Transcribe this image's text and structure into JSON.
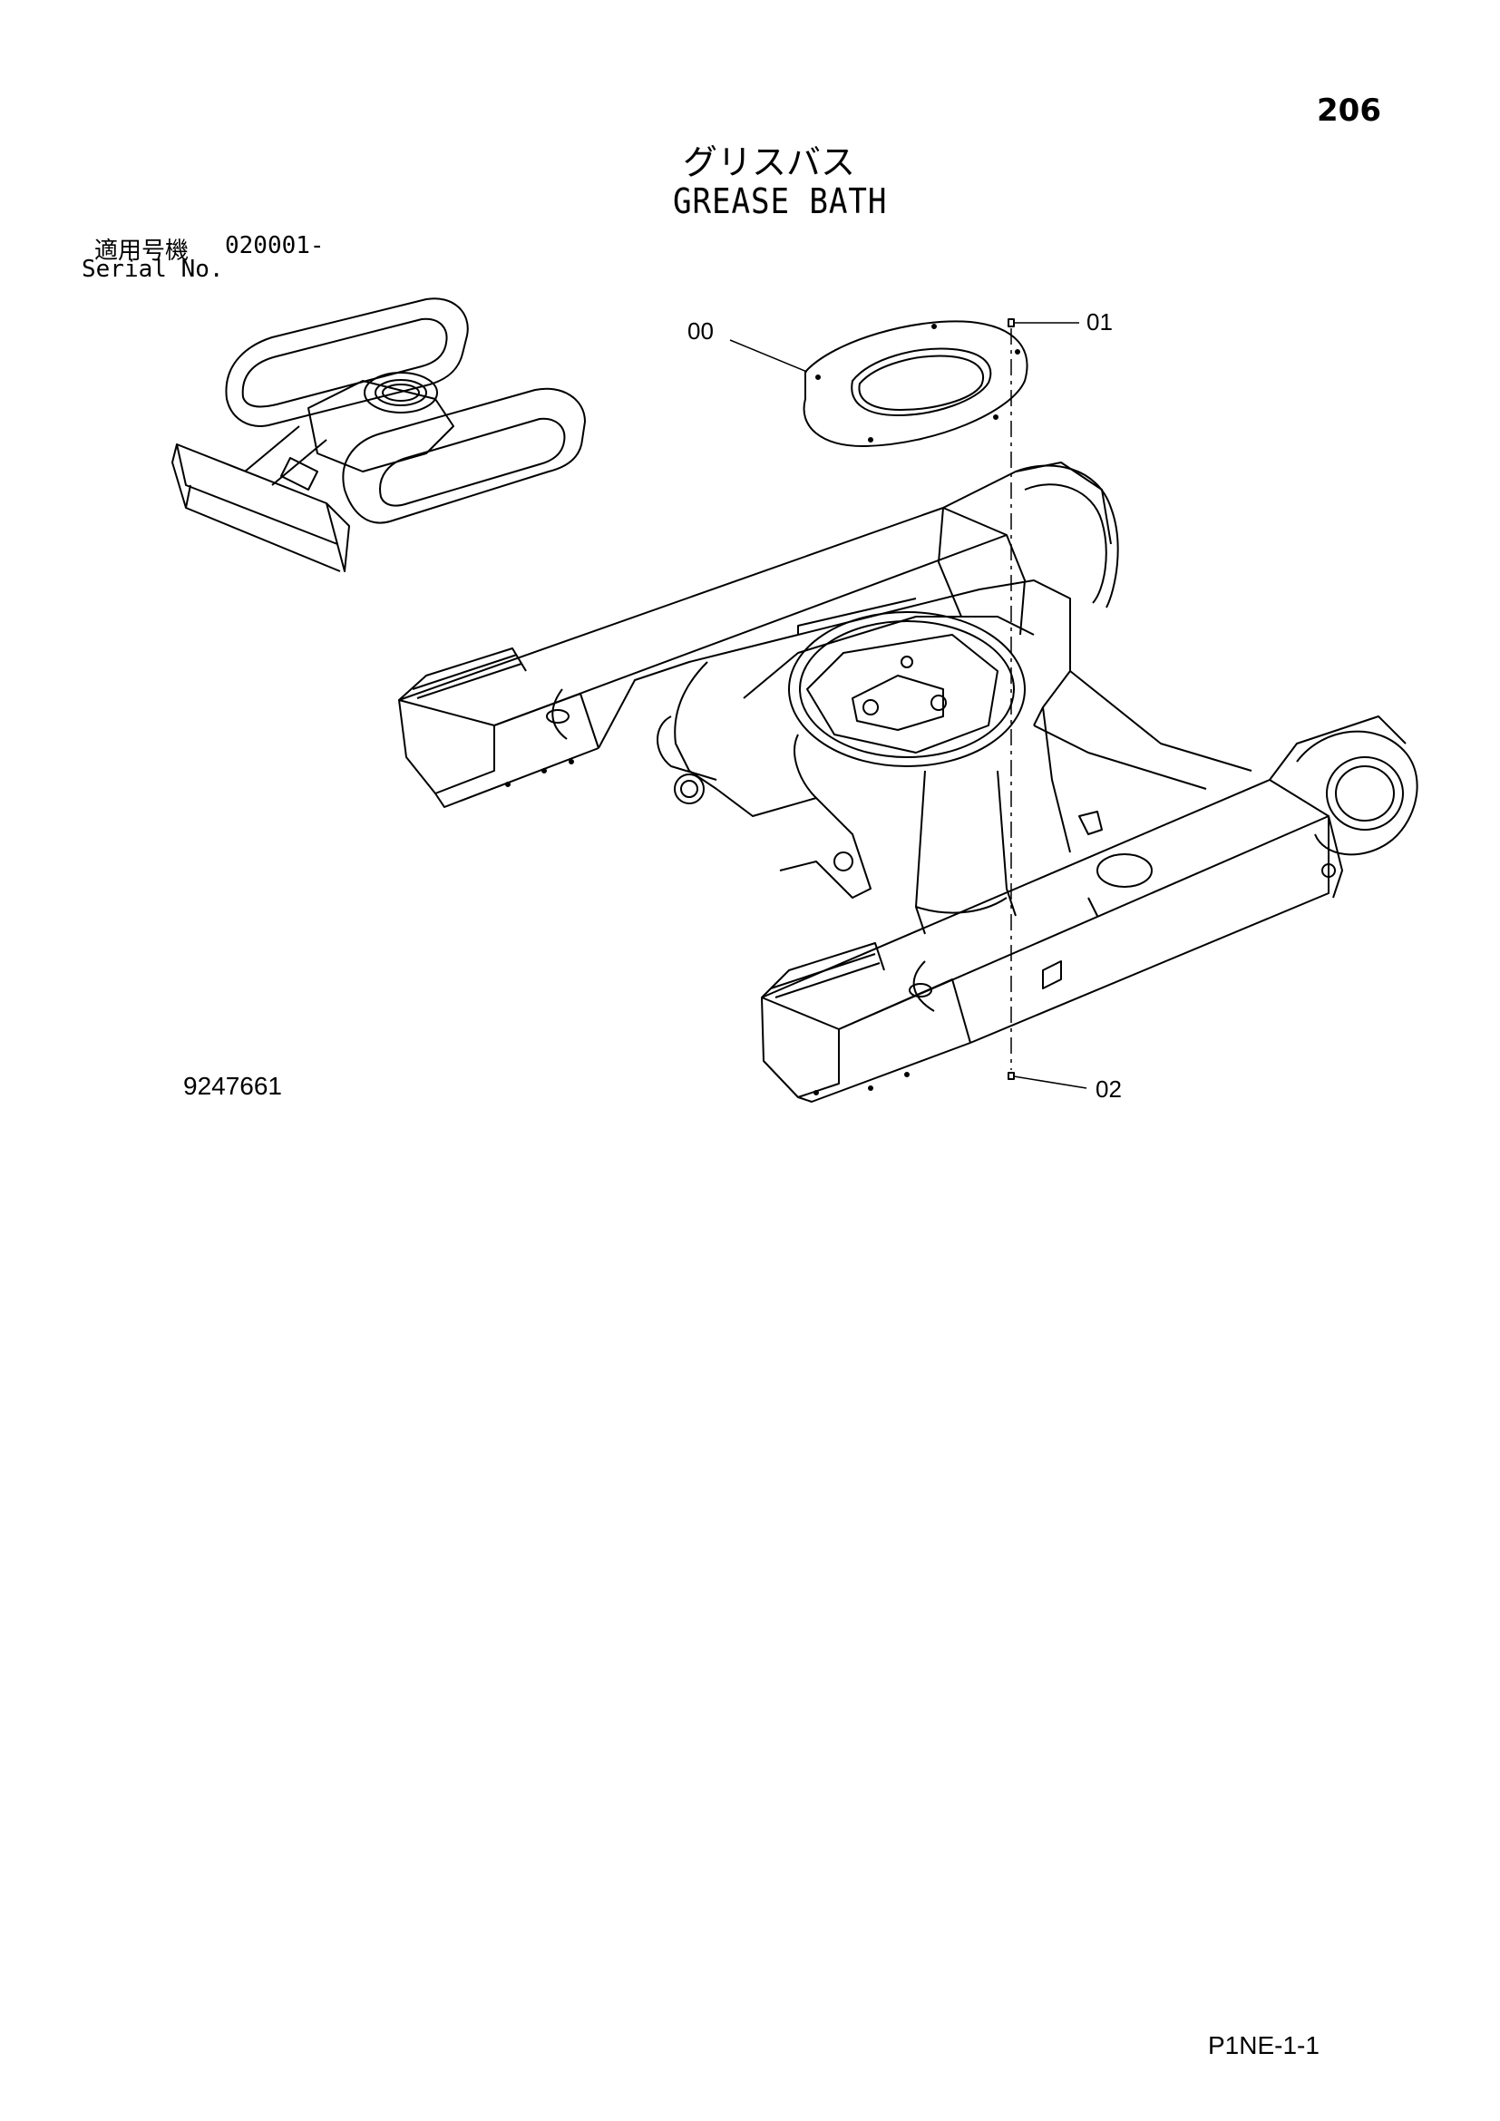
{
  "page_number": "206",
  "title": {
    "japanese": "グリスバス",
    "english": "GREASE BATH"
  },
  "serial": {
    "label_japanese": "適用号機",
    "value": "020001-",
    "label_english": "Serial No."
  },
  "callouts": {
    "item_00": "00",
    "item_01": "01",
    "item_02": "02"
  },
  "drawing_number": "9247661",
  "sheet_code": "P1NE-1-1",
  "icons": {
    "overview": "excavator-undercarriage-overview-icon",
    "main": "track-frame-assembly-icon"
  }
}
